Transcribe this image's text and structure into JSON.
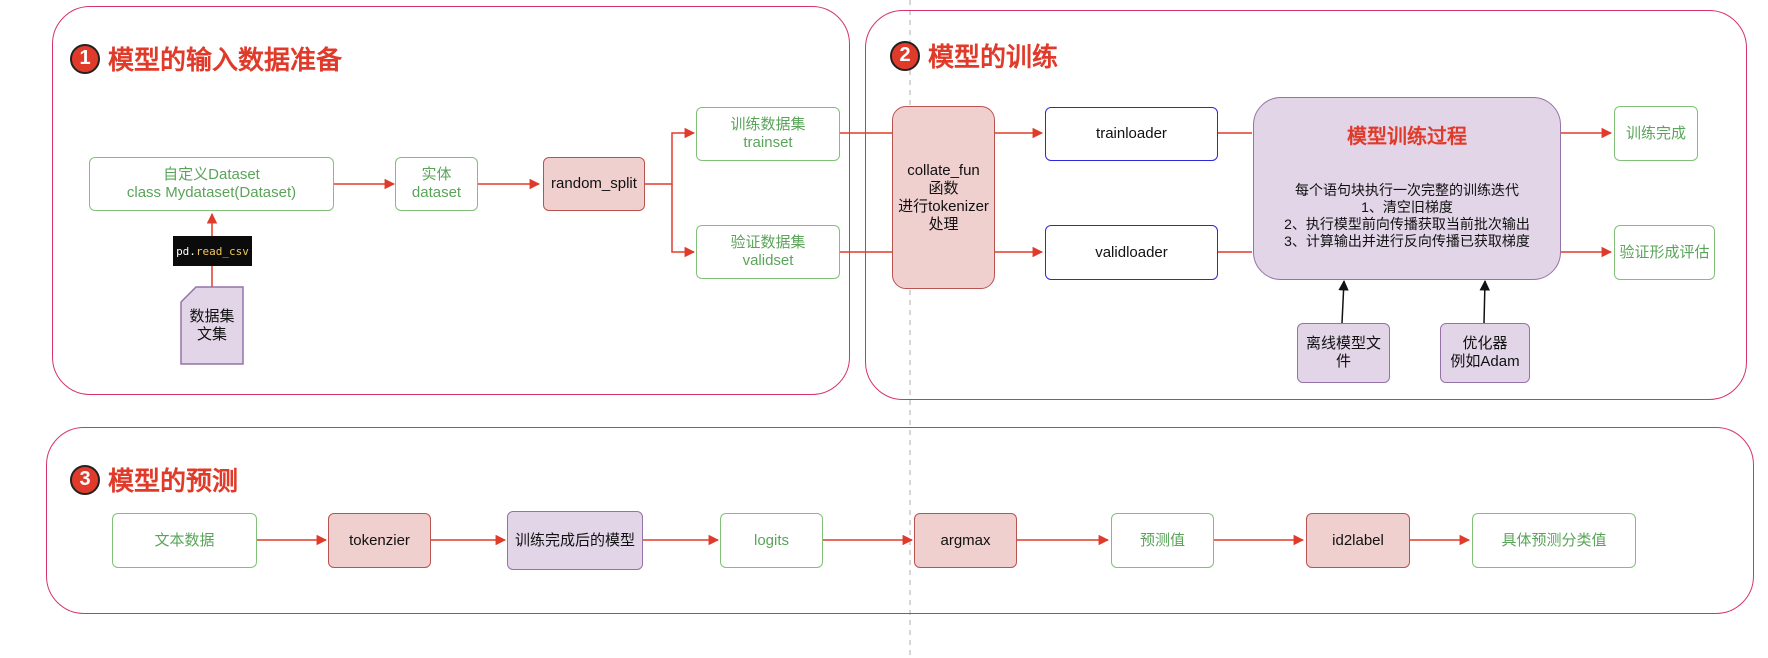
{
  "sections": {
    "s1": {
      "num": "1",
      "title": "模型的输入数据准备"
    },
    "s2": {
      "num": "2",
      "title": "模型的训练"
    },
    "s3": {
      "num": "3",
      "title": "模型的预测"
    }
  },
  "prep": {
    "custom_dataset": "自定义Dataset\nclass Mydataset(Dataset)",
    "entity_dataset": "实体\ndataset",
    "random_split": "random_split",
    "trainset": "训练数据集\ntrainset",
    "validset": "验证数据集\nvalidset",
    "read_csv_obj": "pd.",
    "read_csv_fn": "read_csv",
    "corpus": "数据集\n文集"
  },
  "train": {
    "collate": "collate_fun\n函数\n进行tokenizer\n处理",
    "trainloader": "trainloader",
    "validloader": "validloader",
    "process_title": "模型训练过程",
    "process_desc": "每个语句块执行一次完整的训练迭代\n1、清空旧梯度\n2、执行模型前向传播获取当前批次输出\n3、计算输出并进行反向传播已获取梯度",
    "offline_model": "离线模型文\n件",
    "optimizer": "优化器\n例如Adam",
    "done": "训练完成",
    "eval": "验证形成评估"
  },
  "predict": {
    "steps": [
      "文本数据",
      "tokenzier",
      "训练完成后的模型",
      "logits",
      "argmax",
      "预测值",
      "id2label",
      "具体预测分类值"
    ]
  },
  "colors": {
    "arrow": "#e03b2a",
    "section_border": "#d6336c",
    "title": "#e03b2a",
    "green_border": "#82c07a",
    "pink_fill": "#f0cfcf",
    "purple_fill": "#e1d5e7",
    "blue_border": "#2b28e0"
  }
}
